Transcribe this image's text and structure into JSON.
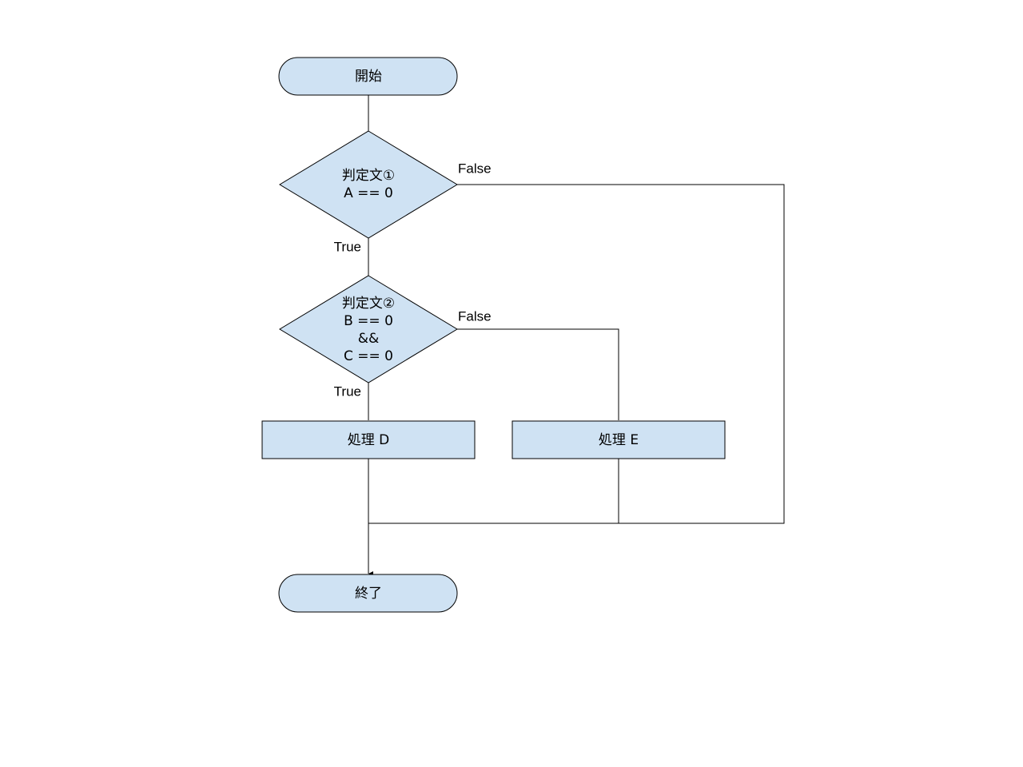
{
  "nodes": {
    "start": {
      "label": "開始"
    },
    "decision1": {
      "lines": [
        "判定文①",
        "A == 0"
      ]
    },
    "decision2": {
      "lines": [
        "判定文②",
        "B == 0",
        "&&",
        "C == 0"
      ]
    },
    "process_d": {
      "label": "処理 D"
    },
    "process_e": {
      "label": "処理 E"
    },
    "end": {
      "label": "終了"
    }
  },
  "edge_labels": {
    "d1_false": "False",
    "d1_true": "True",
    "d2_false": "False",
    "d2_true": "True"
  },
  "colors": {
    "node_fill": "#cfe2f3",
    "stroke": "#000000"
  }
}
